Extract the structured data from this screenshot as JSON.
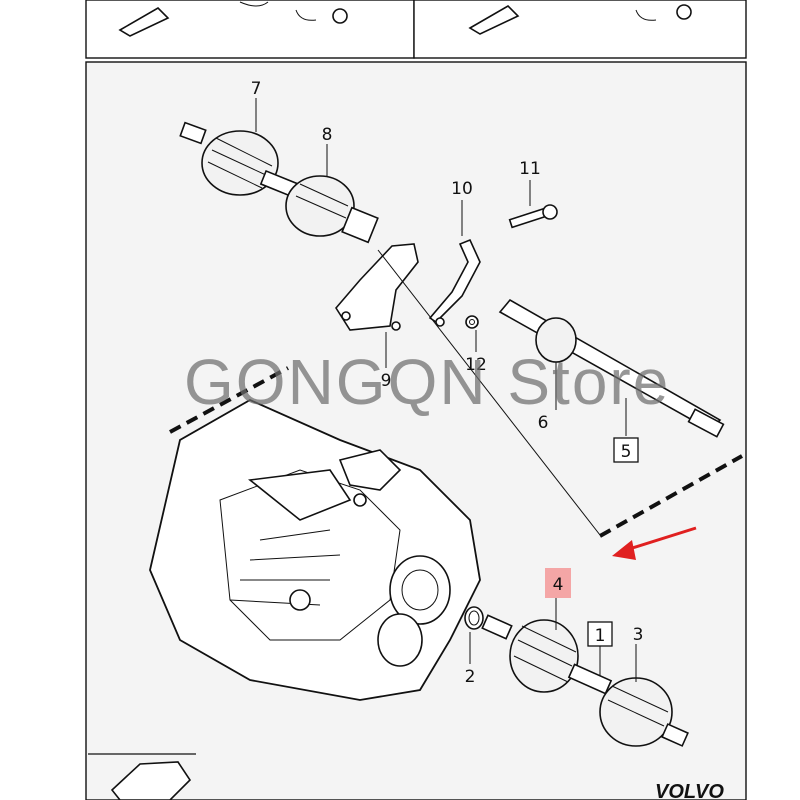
{
  "callouts": {
    "c1": "1",
    "c2": "2",
    "c3": "3",
    "c4": "4",
    "c5": "5",
    "c6": "6",
    "c7": "7",
    "c8": "8",
    "c9": "9",
    "c10": "10",
    "c11": "11",
    "c12": "12"
  },
  "watermark": "GONGQN  Store",
  "brand": "VOLVO",
  "colors": {
    "highlight": "#f4a6a6",
    "arrow": "#e02020",
    "background": "#f4f4f4",
    "line": "#111111"
  }
}
